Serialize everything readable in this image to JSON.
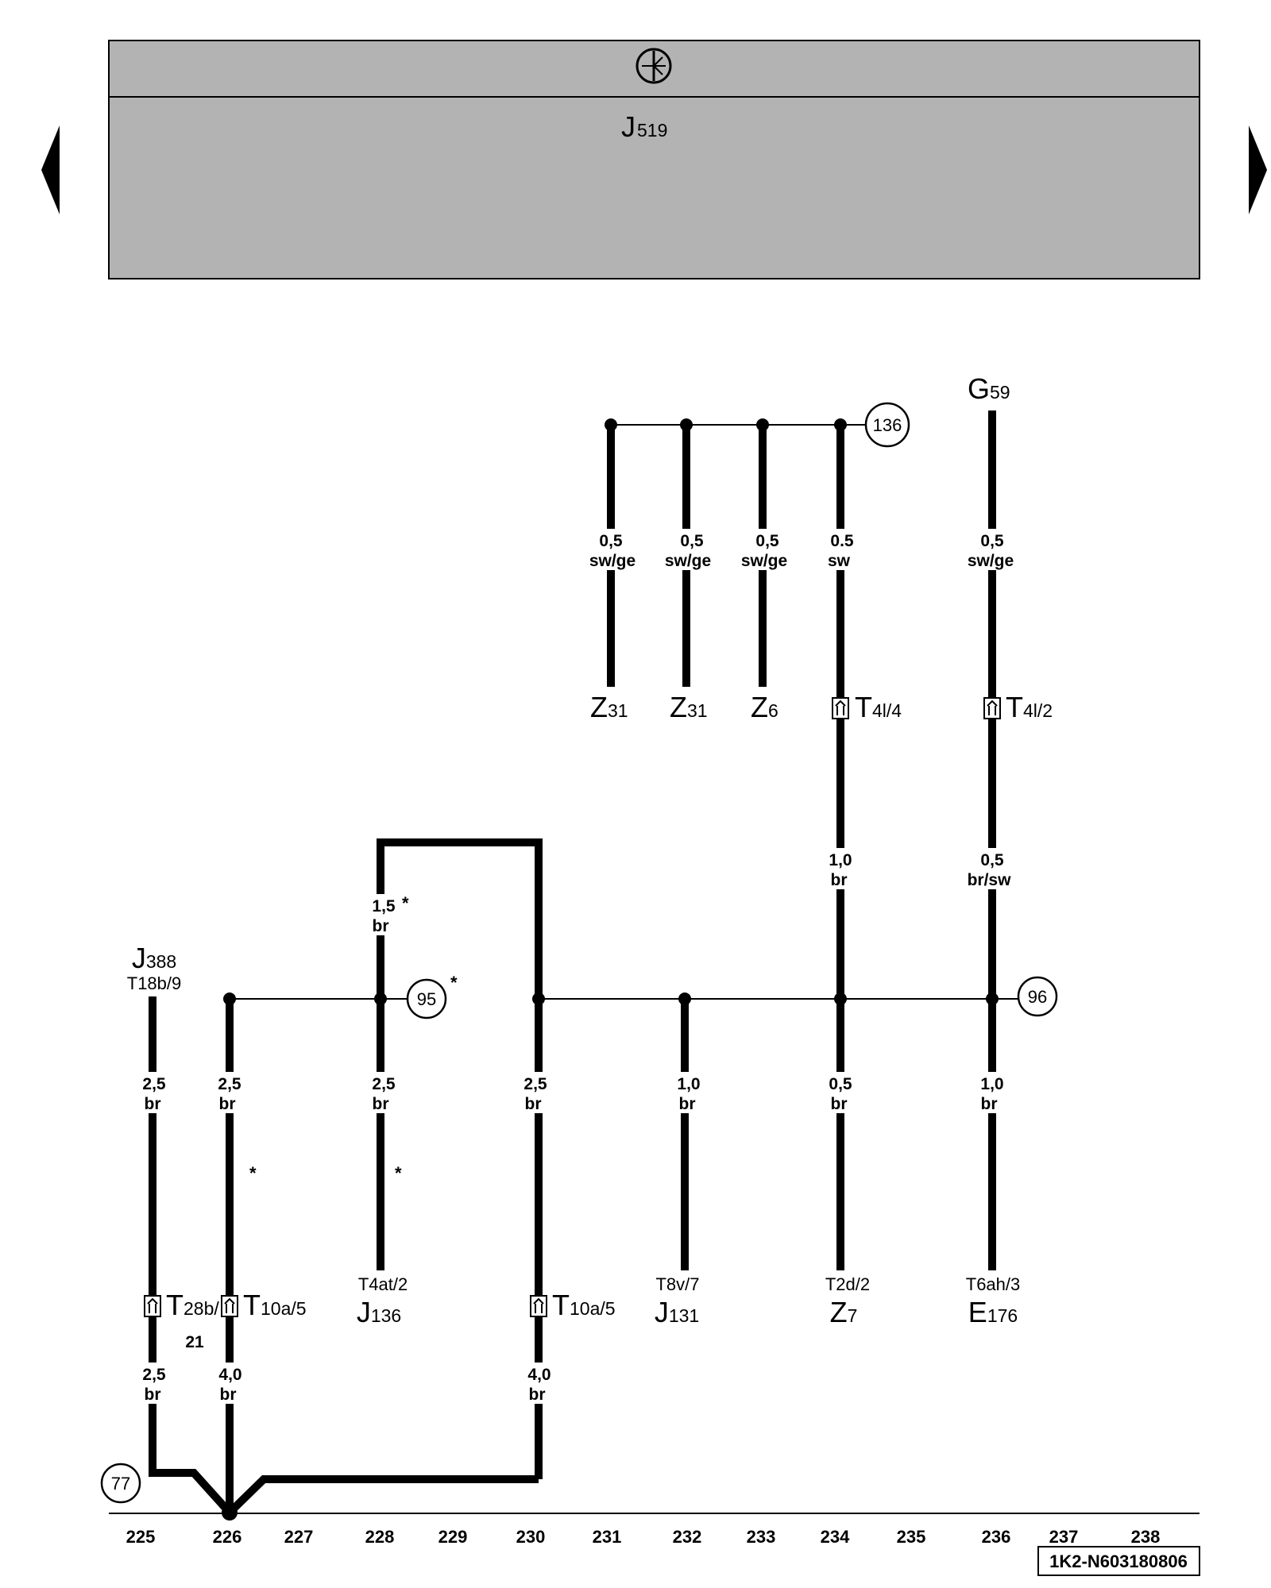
{
  "header": {
    "symbol_icon": "ground-terminal-icon",
    "component": {
      "main": "J",
      "sub": "519"
    }
  },
  "navigation": {
    "prev_icon": "triangle-left-icon",
    "next_icon": "triangle-right-icon"
  },
  "refs": {
    "r136": "136",
    "r95": "95",
    "r96": "96",
    "r77": "77"
  },
  "wires": {
    "w602": {
      "size": "0,5",
      "color": "sw/ge"
    },
    "w677": {
      "size": "0,5",
      "color": "sw/ge"
    },
    "w753": {
      "size": "0,5",
      "color": "sw/ge"
    },
    "w829t": {
      "size": "0.5",
      "color": "sw"
    },
    "w829m": {
      "size": "1,0",
      "color": "br"
    },
    "w829b": {
      "size": "0,5",
      "color": "br"
    },
    "w978t": {
      "size": "0,5",
      "color": "sw/ge"
    },
    "w978m": {
      "size": "0,5",
      "color": "br/sw"
    },
    "w978b": {
      "size": "1,0",
      "color": "br"
    },
    "w377t": {
      "size": "1,5",
      "color": "br"
    },
    "w377b": {
      "size": "2,5",
      "color": "br"
    },
    "w151t": {
      "size": "2,5",
      "color": "br"
    },
    "w151b": {
      "size": "2,5",
      "color": "br"
    },
    "w227t": {
      "size": "2,5",
      "color": "br"
    },
    "w227b": {
      "size": "4,0",
      "color": "br"
    },
    "w532t": {
      "size": "2,5",
      "color": "br"
    },
    "w532b": {
      "size": "4,0",
      "color": "br"
    },
    "w675": {
      "size": "1,0",
      "color": "br"
    }
  },
  "components": {
    "z31a": {
      "main": "Z",
      "sub": "31"
    },
    "z31b": {
      "main": "Z",
      "sub": "31"
    },
    "z6": {
      "main": "Z",
      "sub": "6"
    },
    "g59": {
      "main": "G",
      "sub": "59"
    },
    "j388": {
      "main": "J",
      "sub": "388",
      "pin": "T18b/9"
    },
    "j136": {
      "main": "J",
      "sub": "136",
      "pin": "T4at/2"
    },
    "j131": {
      "main": "J",
      "sub": "131",
      "pin": "T8v/7"
    },
    "z7": {
      "main": "Z",
      "sub": "7",
      "pin": "T2d/2"
    },
    "e176": {
      "main": "E",
      "sub": "176",
      "pin": "T6ah/3"
    }
  },
  "connectors": {
    "t4l4": {
      "main": "T",
      "sub": "4l/4"
    },
    "t4l2": {
      "main": "T",
      "sub": "4l/2"
    },
    "t28b": {
      "main": "T",
      "sub": "28b/",
      "extra": "21"
    },
    "t10a5a": {
      "main": "T",
      "sub": "10a/5"
    },
    "t10a5b": {
      "main": "T",
      "sub": "10a/5"
    }
  },
  "notes": {
    "asterisk": "*"
  },
  "axis": {
    "positions": [
      "225",
      "226",
      "227",
      "228",
      "229",
      "230",
      "231",
      "232",
      "233",
      "234",
      "235",
      "236",
      "237",
      "238"
    ]
  },
  "footer": {
    "code": "1K2-N603180806"
  }
}
